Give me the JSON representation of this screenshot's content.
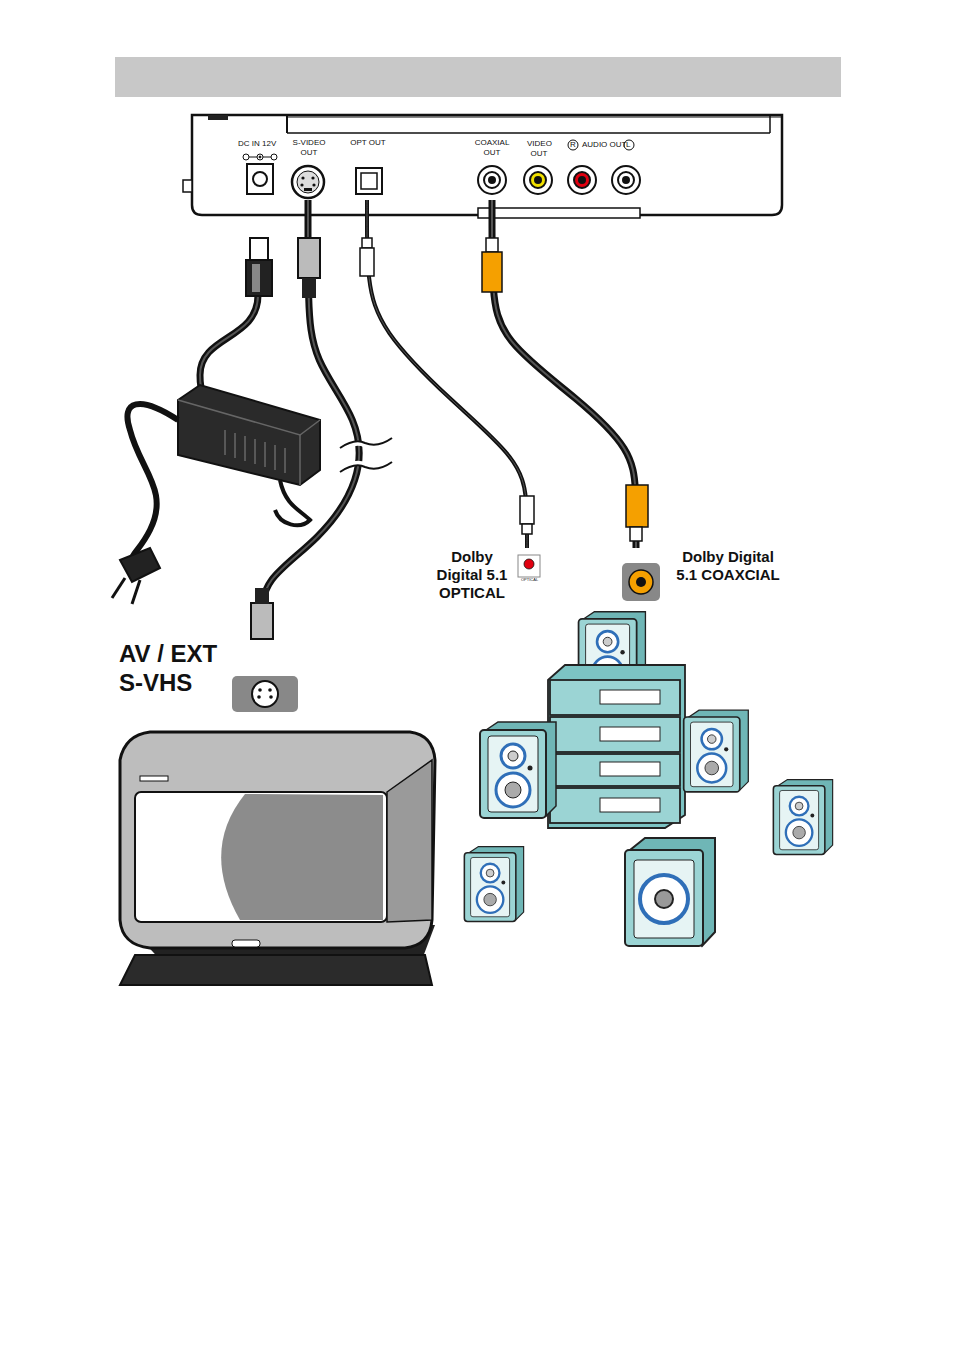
{
  "diagram": {
    "nodes": [
      {
        "text": [
          "S-VIDEO OUT"
        ]
      },
      {
        "text": [
          "OPT OUT"
        ]
      },
      {
        "text": [
          "COAXIAL OUT"
        ]
      },
      {
        "text": [
          "Dolby Digital 5.1 OPTICAL"
        ]
      },
      {
        "text": [
          "Dolby Digital 5.1 COAXCIAL"
        ]
      },
      {
        "text": [
          "AV / EXT S-VHS"
        ]
      }
    ],
    "edges": [
      {
        "from": 0,
        "to": 5,
        "arrow": "none"
      },
      {
        "from": 1,
        "to": 3,
        "arrow": "none"
      },
      {
        "from": 2,
        "to": 4,
        "arrow": "none"
      }
    ],
    "labels": [
      "DC IN 12V",
      "VIDEO OUT",
      "R",
      "AUDIO OUT",
      "L",
      "OPTICAL"
    ]
  }
}
